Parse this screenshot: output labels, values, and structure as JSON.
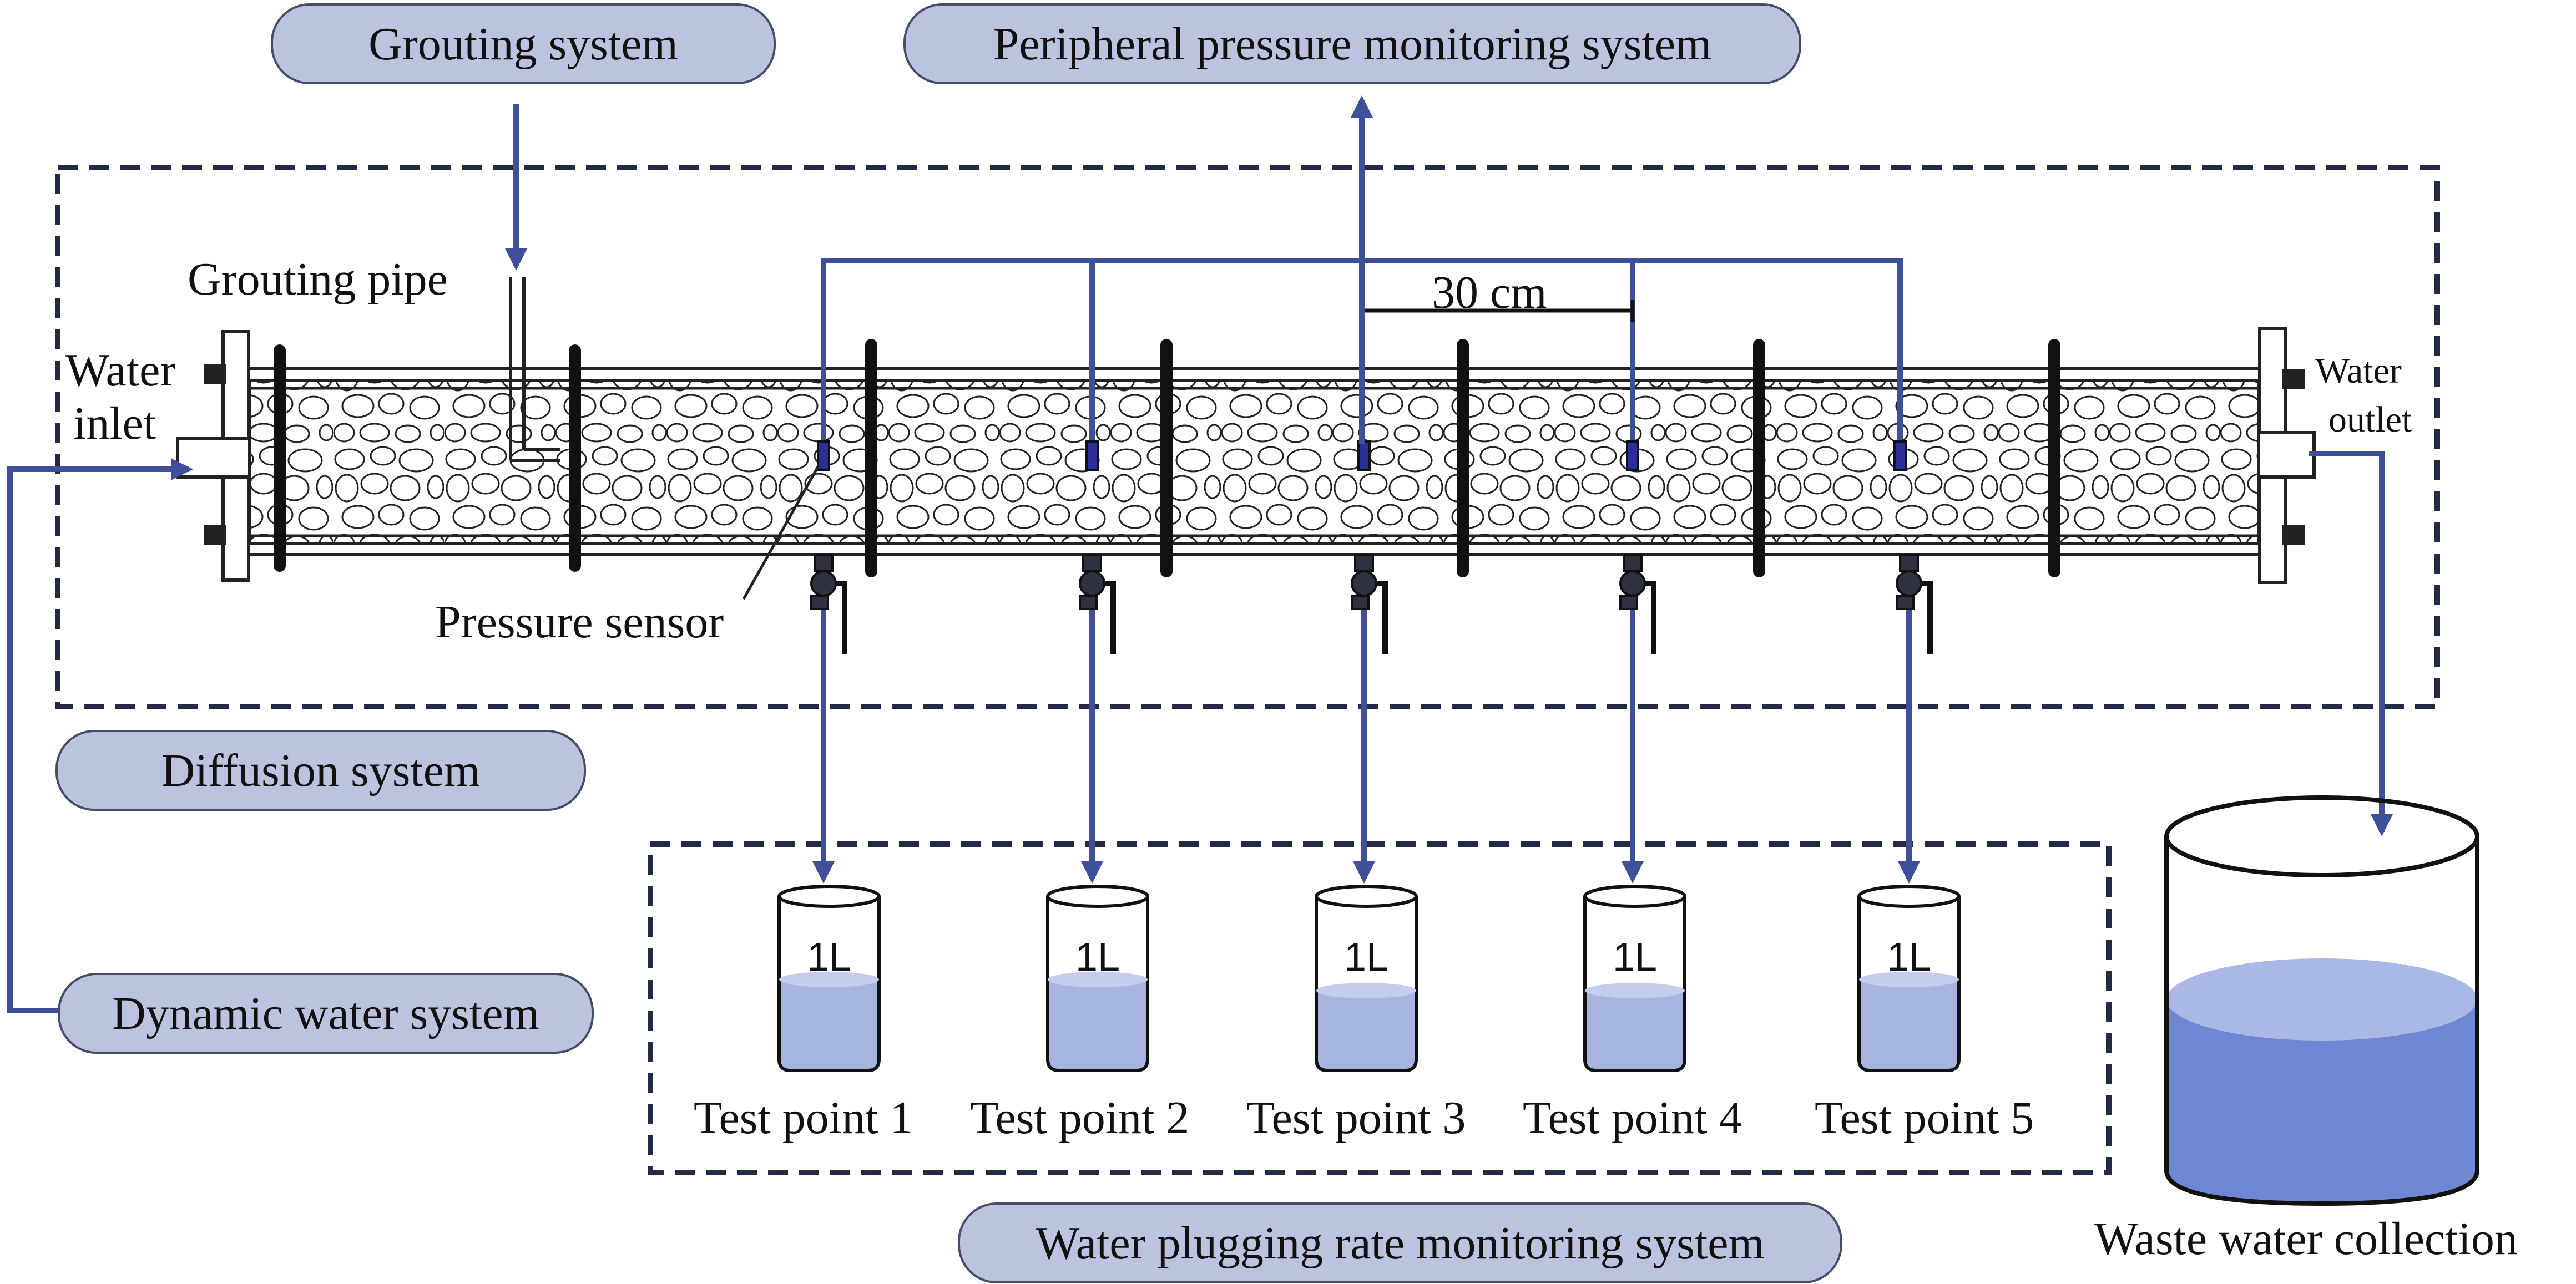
{
  "systems": {
    "grouting": "Grouting system",
    "peripheral_pressure": "Peripheral pressure monitoring system",
    "diffusion": "Diffusion system",
    "dynamic_water": "Dynamic water system",
    "water_plugging": "Water plugging rate monitoring system"
  },
  "labels": {
    "grouting_pipe": "Grouting pipe",
    "water_inlet_1": "Water",
    "water_inlet_2": "inlet",
    "water_outlet_1": "Water",
    "water_outlet_2": "outlet",
    "pressure_sensor": "Pressure sensor",
    "spacing": "30 cm",
    "waste_water": "Waste water collection"
  },
  "cups": [
    {
      "volume": "1L",
      "label": "Test point 1"
    },
    {
      "volume": "1L",
      "label": "Test point 2"
    },
    {
      "volume": "1L",
      "label": "Test point 3"
    },
    {
      "volume": "1L",
      "label": "Test point 4"
    },
    {
      "volume": "1L",
      "label": "Test point 5"
    }
  ],
  "colors": {
    "arrow": "#3f4f9a",
    "pill_fill": "#bcc3df",
    "pill_border": "#454c67",
    "water": "#a6b6e0",
    "sensor": "#2a2f9a"
  }
}
